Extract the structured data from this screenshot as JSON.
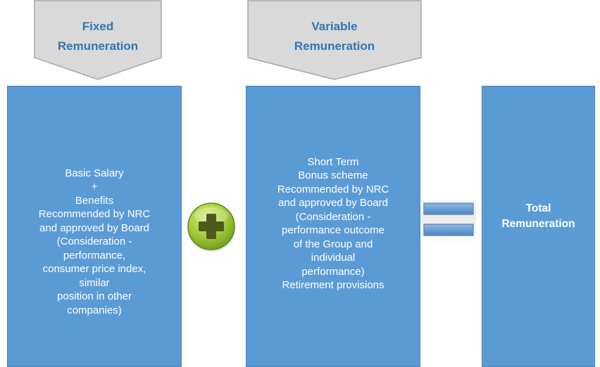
{
  "headers": {
    "fixed": "Fixed\nRemuneration",
    "variable": "Variable\nRemuneration"
  },
  "boxes": {
    "fixed": "Basic Salary\n+\nBenefits\nRecommended by NRC\nand approved by Board\n(Consideration -\nperformance,\nconsumer price index,\nsimilar\nposition in other\ncompanies)",
    "variable": "Short Term\nBonus scheme\nRecommended by NRC\nand approved by Board\n(Consideration  -\nperformance outcome\nof the Group and\nindividual\nperformance)\nRetirement provisions",
    "total": "Total\nRemuneration"
  },
  "operators": {
    "plus_icon": "plus-circle-icon",
    "equals_icon": "equals-icon"
  },
  "colors": {
    "box_fill": "#5b9bd5",
    "header_fill": "#d9d9d9",
    "header_text": "#2f75b5",
    "plus_green": "#8dbb2b"
  }
}
